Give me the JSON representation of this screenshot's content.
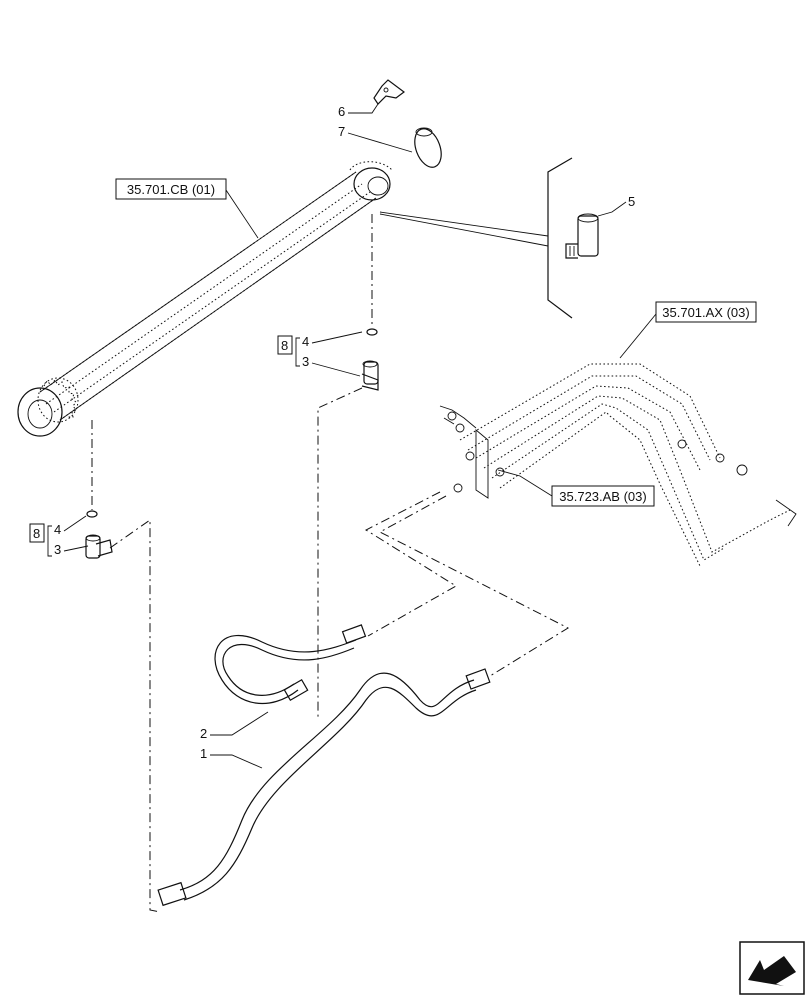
{
  "callouts": {
    "item_1": "1",
    "item_2": "2",
    "item_3_upper": "3",
    "item_3_lower": "3",
    "item_4_upper": "4",
    "item_4_lower": "4",
    "item_5": "5",
    "item_6": "6",
    "item_7": "7",
    "kit_8_upper": "8",
    "kit_8_lower": "8"
  },
  "references": {
    "cylinder_ref": "35.701.CB (01)",
    "tubes_ref": "35.701.AX (03)",
    "valve_ref": "35.723.AB (03)"
  },
  "icons": {
    "nav_arrow": "next-page-arrow-icon"
  }
}
